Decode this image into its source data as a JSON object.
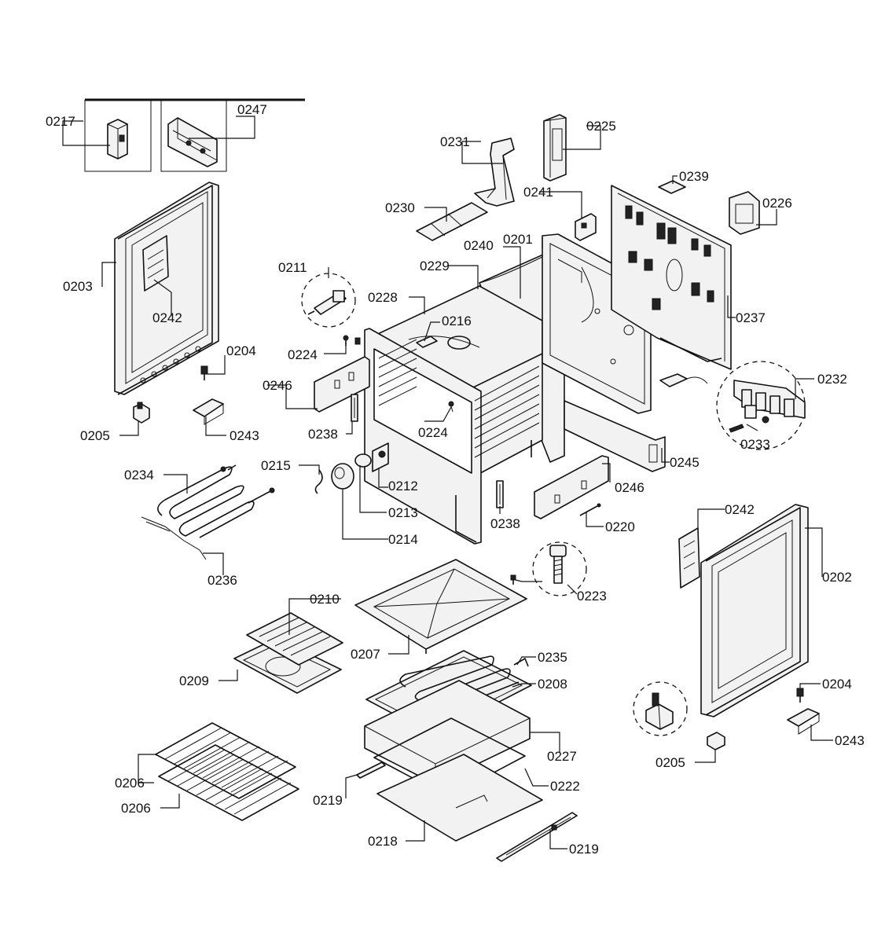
{
  "diagram": {
    "type": "exploded-parts-view",
    "labels": {
      "p0201": "0201",
      "p0202": "0202",
      "p0203": "0203",
      "p0204a": "0204",
      "p0204b": "0204",
      "p0205a": "0205",
      "p0205b": "0205",
      "p0206a": "0206",
      "p0206b": "0206",
      "p0207": "0207",
      "p0208": "0208",
      "p0209": "0209",
      "p0210": "0210",
      "p0211": "0211",
      "p0212": "0212",
      "p0213": "0213",
      "p0214": "0214",
      "p0215": "0215",
      "p0216": "0216",
      "p0217": "0217",
      "p0218": "0218",
      "p0219a": "0219",
      "p0219b": "0219",
      "p0220": "0220",
      "p0222": "0222",
      "p0223": "0223",
      "p0224a": "0224",
      "p0224b": "0224",
      "p0225": "0225",
      "p0226": "0226",
      "p0227": "0227",
      "p0228": "0228",
      "p0229": "0229",
      "p0230": "0230",
      "p0231": "0231",
      "p0232": "0232",
      "p0233": "0233",
      "p0234": "0234",
      "p0235": "0235",
      "p0236": "0236",
      "p0237": "0237",
      "p0238a": "0238",
      "p0238b": "0238",
      "p0239": "0239",
      "p0240": "0240",
      "p0241": "0241",
      "p0242a": "0242",
      "p0242b": "0242",
      "p0243a": "0243",
      "p0243b": "0243",
      "p0245": "0245",
      "p0246a": "0246",
      "p0246b": "0246",
      "p0247": "0247"
    }
  }
}
